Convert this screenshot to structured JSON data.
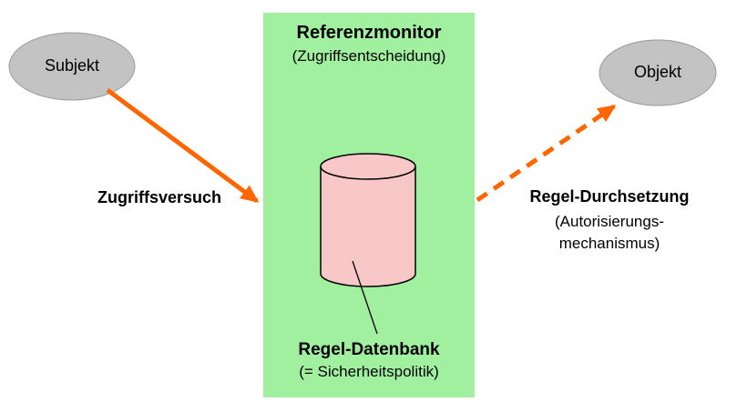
{
  "diagram": {
    "subject": {
      "label": "Subjekt"
    },
    "object": {
      "label": "Objekt"
    },
    "monitor": {
      "title": "Referenzmonitor",
      "subtitle": "(Zugriffsentscheidung)"
    },
    "database": {
      "title": "Regel-Datenbank",
      "subtitle": "(= Sicherheitspolitik)"
    },
    "access_arrow": {
      "label": "Zugriffsversuch",
      "style": "solid"
    },
    "enforcement_arrow": {
      "label": "Regel-Durchsetzung",
      "subtitle_line1": "(Autorisierungs-",
      "subtitle_line2": "mechanismus)",
      "style": "dashed"
    },
    "colors": {
      "monitor_bg": "#a0f0a0",
      "node_fill": "#c3c3c3",
      "database_fill": "#f8c7c7",
      "arrow": "#ff6600"
    }
  }
}
